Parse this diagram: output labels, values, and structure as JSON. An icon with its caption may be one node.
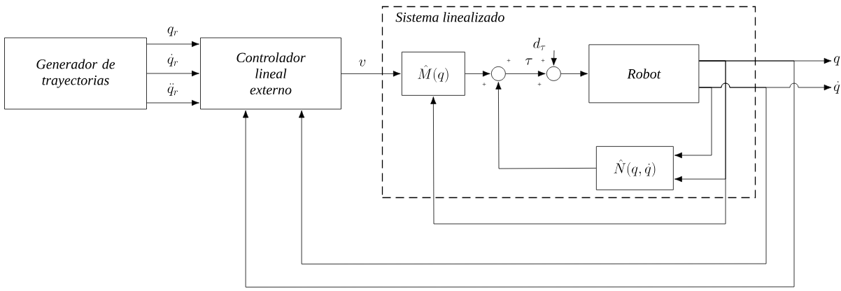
{
  "diagram": {
    "nodes": [
      {
        "text": [
          "Generador de trayectorias"
        ]
      },
      {
        "text": [
          "Controlador lineal externo"
        ]
      },
      {
        "text": [
          "Sistema linealizado"
        ]
      },
      {
        "text": [
          "\\hat{M}(q)"
        ],
        "in": 2
      },
      {
        "text": [],
        "shape": "circle",
        "in": 2
      },
      {
        "text": [],
        "shape": "circle",
        "in": 2
      },
      {
        "text": [
          "Robot"
        ],
        "in": 2
      },
      {
        "text": [
          "\\hat{N}(q,\\dot{q})"
        ],
        "in": 2
      },
      {
        "text": [
          "q"
        ]
      },
      {
        "text": [
          "\\dot{q}"
        ]
      }
    ],
    "edges": [
      {
        "from": 0,
        "to": 1,
        "arrow": "to",
        "label": "q_r"
      },
      {
        "from": 0,
        "to": 1,
        "arrow": "to",
        "label": "\\dot{q}_r"
      },
      {
        "from": 0,
        "to": 1,
        "arrow": "to",
        "label": "\\ddot{q}_r"
      },
      {
        "from": 1,
        "to": 3,
        "arrow": "to",
        "label": "v"
      },
      {
        "from": 3,
        "to": 4,
        "arrow": "to"
      },
      {
        "from": 4,
        "to": 5,
        "arrow": "to",
        "label": "\\tau"
      },
      {
        "from": null,
        "to": 5,
        "arrow": "to",
        "label": "d_\\tau"
      },
      {
        "from": 5,
        "to": 6,
        "arrow": "to"
      },
      {
        "from": 6,
        "to": 8,
        "arrow": "to"
      },
      {
        "from": 6,
        "to": 9,
        "arrow": "to"
      },
      {
        "from": 6,
        "to": 7,
        "arrow": "to"
      },
      {
        "from": 6,
        "to": 7,
        "arrow": "to"
      },
      {
        "from": 6,
        "to": 3,
        "arrow": "to"
      },
      {
        "from": 6,
        "to": 1,
        "arrow": "to"
      },
      {
        "from": 6,
        "to": 1,
        "arrow": "to"
      },
      {
        "from": 7,
        "to": 4,
        "arrow": "to"
      }
    ],
    "labels": [
      "+",
      "+",
      "+",
      "+"
    ]
  }
}
